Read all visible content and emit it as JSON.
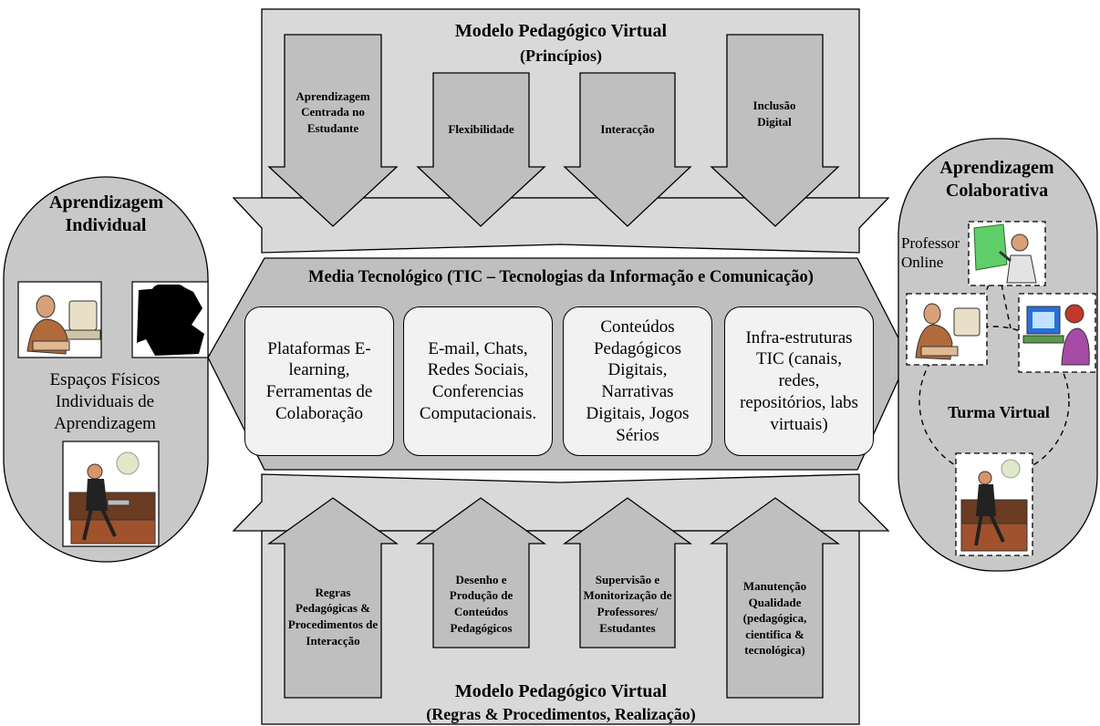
{
  "top_panel": {
    "title": "Modelo Pedagógico Virtual",
    "subtitle": "(Princípios)",
    "principles": [
      "Aprendizagem Centrada no Estudante",
      "Flexibilidade",
      "Interacção",
      "Inclusão Digital"
    ]
  },
  "center_panel": {
    "title": "Media Tecnológico (TIC – Tecnologias da Informação e Comunicação)",
    "boxes": [
      "Plataformas E-learning, Ferramentas de Colaboração",
      "E-mail, Chats, Redes Sociais, Conferencias Computacionais.",
      "Conteúdos Pedagógicos Digitais, Narrativas Digitais, Jogos Sérios",
      "Infra-estruturas TIC (canais, redes, repositórios, labs virtuais)"
    ]
  },
  "bottom_panel": {
    "title": "Modelo Pedagógico Virtual",
    "subtitle": "(Regras & Procedimentos, Realização)",
    "rules": [
      "Regras Pedagógicas & Procedimentos de Interacção",
      "Desenho e Produção de Conteúdos Pedagógicos",
      "Supervisão e Monitorização de Professores/ Estudantes",
      "Manutenção Qualidade (pedagógica, cientifica & tecnológica)"
    ]
  },
  "left_panel": {
    "title": "Aprendizagem Individual",
    "caption": "Espaços Físicos Individuais de Aprendizagem"
  },
  "right_panel": {
    "title": "Aprendizagem Colaborativa",
    "teacher_label": "Professor Online",
    "class_label": "Turma Virtual"
  },
  "colors": {
    "panel_fill": "#d9d9d9",
    "arrow_fill": "#bfbfbf",
    "box_fill": "#f2f2f2",
    "side_fill": "#c8c8c8"
  }
}
